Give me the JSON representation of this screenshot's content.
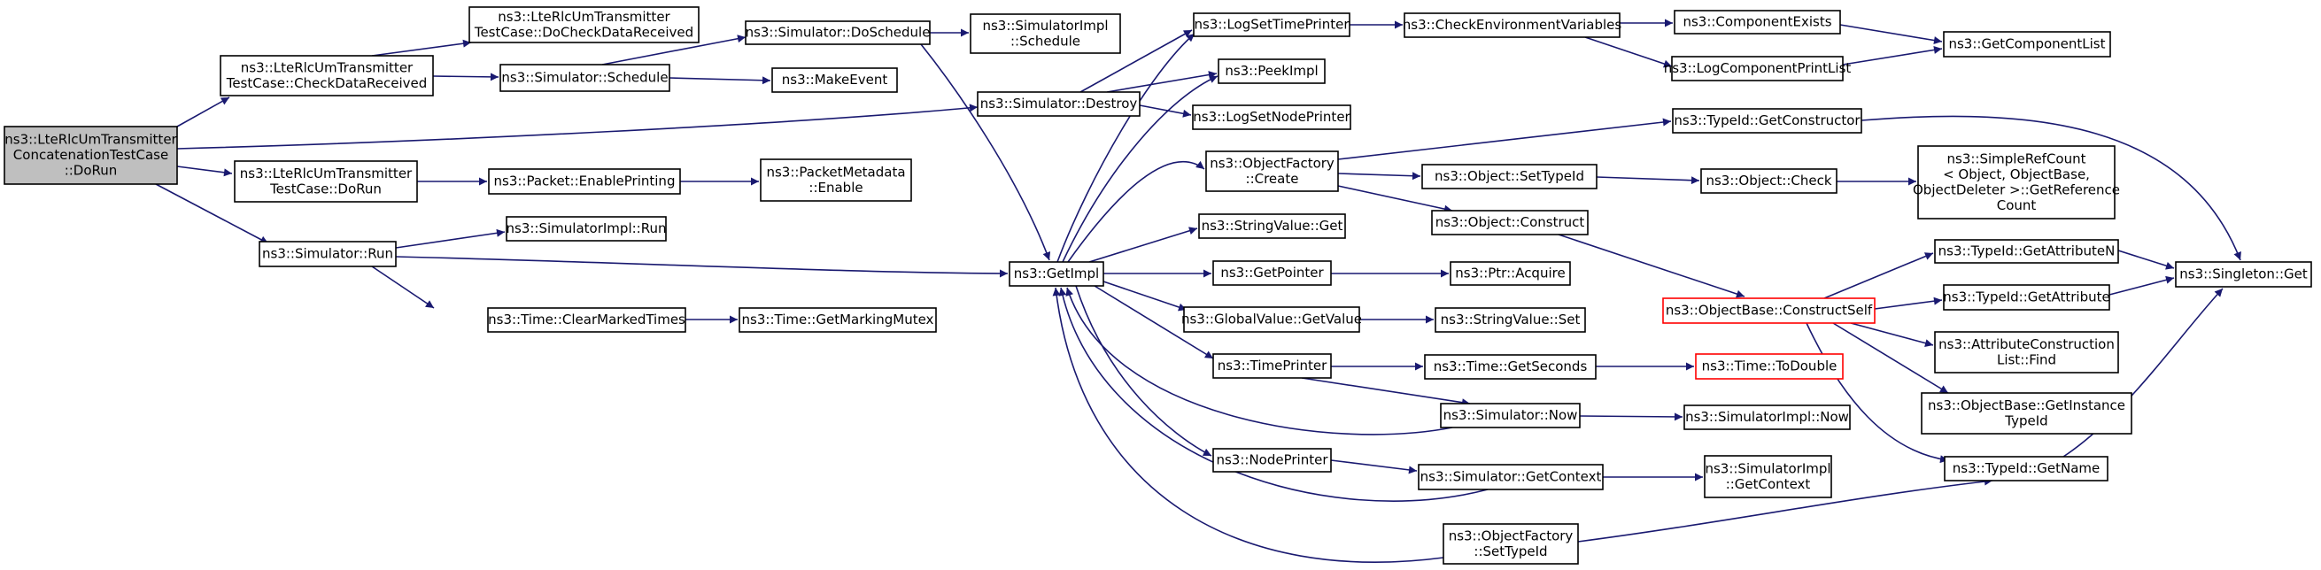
{
  "diagram": {
    "nodes": {
      "root": [
        "ns3::LteRlcUmTransmitter",
        "ConcatenationTestCase",
        "::DoRun"
      ],
      "check_data_received": [
        "ns3::LteRlcUmTransmitter",
        "TestCase::CheckDataReceived"
      ],
      "do_check_data_received": [
        "ns3::LteRlcUmTransmitter",
        "TestCase::DoCheckDataReceived"
      ],
      "simulator_schedule": [
        "ns3::Simulator::Schedule"
      ],
      "simulator_do_schedule": [
        "ns3::Simulator::DoSchedule"
      ],
      "simulator_impl_schedule": [
        "ns3::SimulatorImpl",
        "::Schedule"
      ],
      "make_event": [
        "ns3::MakeEvent"
      ],
      "simulator_destroy": [
        "ns3::Simulator::Destroy"
      ],
      "tx_do_run": [
        "ns3::LteRlcUmTransmitter",
        "TestCase::DoRun"
      ],
      "packet_enable_printing": [
        "ns3::Packet::EnablePrinting"
      ],
      "packet_metadata_enable": [
        "ns3::PacketMetadata",
        "::Enable"
      ],
      "simulator_run": [
        "ns3::Simulator::Run"
      ],
      "simulator_impl_run": [
        "ns3::SimulatorImpl::Run"
      ],
      "time_clear_marked_times": [
        "ns3::Time::ClearMarkedTimes"
      ],
      "time_get_marking_mutex": [
        "ns3::Time::GetMarkingMutex"
      ],
      "get_impl": [
        "ns3::GetImpl"
      ],
      "log_set_time_printer": [
        "ns3::LogSetTimePrinter"
      ],
      "peek_impl": [
        "ns3::PeekImpl"
      ],
      "log_set_node_printer": [
        "ns3::LogSetNodePrinter"
      ],
      "object_factory_create": [
        "ns3::ObjectFactory",
        "::Create"
      ],
      "string_value_get": [
        "ns3::StringValue::Get"
      ],
      "get_pointer": [
        "ns3::GetPointer"
      ],
      "global_value_get_value": [
        "ns3::GlobalValue::GetValue"
      ],
      "time_printer": [
        "ns3::TimePrinter"
      ],
      "node_printer": [
        "ns3::NodePrinter"
      ],
      "check_environment_variables": [
        "ns3::CheckEnvironmentVariables"
      ],
      "component_exists": [
        "ns3::ComponentExists"
      ],
      "log_component_print_list": [
        "ns3::LogComponentPrintList"
      ],
      "get_component_list": [
        "ns3::GetComponentList"
      ],
      "type_id_get_constructor": [
        "ns3::TypeId::GetConstructor"
      ],
      "object_set_type_id": [
        "ns3::Object::SetTypeId"
      ],
      "object_check": [
        "ns3::Object::Check"
      ],
      "simple_ref_count": [
        "ns3::SimpleRefCount",
        "< Object, ObjectBase,",
        "ObjectDeleter >::GetReference",
        "Count"
      ],
      "object_construct": [
        "ns3::Object::Construct"
      ],
      "ptr_acquire": [
        "ns3::Ptr::Acquire"
      ],
      "string_value_set": [
        "ns3::StringValue::Set"
      ],
      "time_get_seconds": [
        "ns3::Time::GetSeconds"
      ],
      "time_to_double": [
        "ns3::Time::ToDouble"
      ],
      "simulator_now": [
        "ns3::Simulator::Now"
      ],
      "simulator_impl_now": [
        "ns3::SimulatorImpl::Now"
      ],
      "simulator_get_context": [
        "ns3::Simulator::GetContext"
      ],
      "simulator_impl_get_context": [
        "ns3::SimulatorImpl",
        "::GetContext"
      ],
      "object_factory_set_type_id": [
        "ns3::ObjectFactory",
        "::SetTypeId"
      ],
      "object_base_construct_self": [
        "ns3::ObjectBase::ConstructSelf"
      ],
      "type_id_get_attribute_n": [
        "ns3::TypeId::GetAttributeN"
      ],
      "type_id_get_attribute": [
        "ns3::TypeId::GetAttribute"
      ],
      "attribute_construction_list_find": [
        "ns3::AttributeConstruction",
        "List::Find"
      ],
      "object_base_get_instance_type_id": [
        "ns3::ObjectBase::GetInstance",
        "TypeId"
      ],
      "type_id_get_name": [
        "ns3::TypeId::GetName"
      ],
      "singleton_get": [
        "ns3::Singleton::Get"
      ]
    },
    "colors": {
      "edge": "#191970",
      "root_fill": "#bfbfbf",
      "node_border": "#000000",
      "truncated_border": "#ff0000"
    }
  }
}
